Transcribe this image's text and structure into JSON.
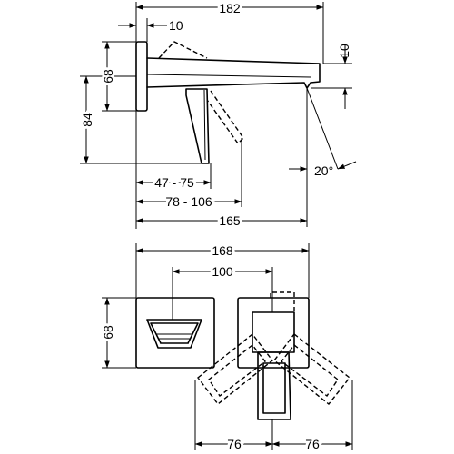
{
  "side_view": {
    "dims": {
      "overall_length": "182",
      "plate_thickness": "10",
      "spout_height": "10",
      "plate_height": "68",
      "outlet_height": "84",
      "spout_angle": "20°",
      "wall_range_1": "47 - 75",
      "wall_range_2": "78 - 106",
      "projection": "165"
    }
  },
  "plan_view": {
    "dims": {
      "overall_width": "168",
      "center_distance": "100",
      "plate_height": "68",
      "swing_left": "76",
      "swing_right": "76"
    }
  }
}
